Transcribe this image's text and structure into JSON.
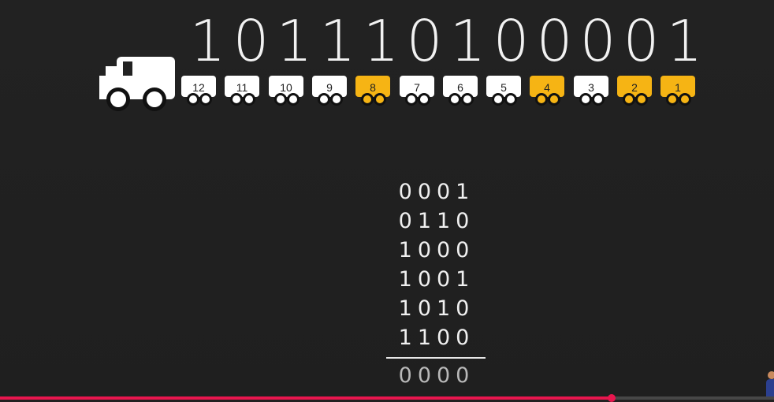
{
  "binary": [
    "1",
    "0",
    "1",
    "1",
    "1",
    "0",
    "1",
    "0",
    "0",
    "0",
    "0",
    "1"
  ],
  "cars": [
    {
      "label": "12",
      "highlight": false
    },
    {
      "label": "11",
      "highlight": false
    },
    {
      "label": "10",
      "highlight": false
    },
    {
      "label": "9",
      "highlight": false
    },
    {
      "label": "8",
      "highlight": true
    },
    {
      "label": "7",
      "highlight": false
    },
    {
      "label": "6",
      "highlight": false
    },
    {
      "label": "5",
      "highlight": false
    },
    {
      "label": "4",
      "highlight": true
    },
    {
      "label": "3",
      "highlight": false
    },
    {
      "label": "2",
      "highlight": true
    },
    {
      "label": "1",
      "highlight": true
    }
  ],
  "equation": {
    "rows": [
      "0001",
      "0110",
      "1000",
      "1001",
      "1010",
      "1100"
    ],
    "result": "0000"
  },
  "colors": {
    "background": "#212121",
    "car_white": "#ffffff",
    "car_highlight": "#f6b414",
    "progress": "#e8164e"
  },
  "video": {
    "progress": 0.79
  }
}
